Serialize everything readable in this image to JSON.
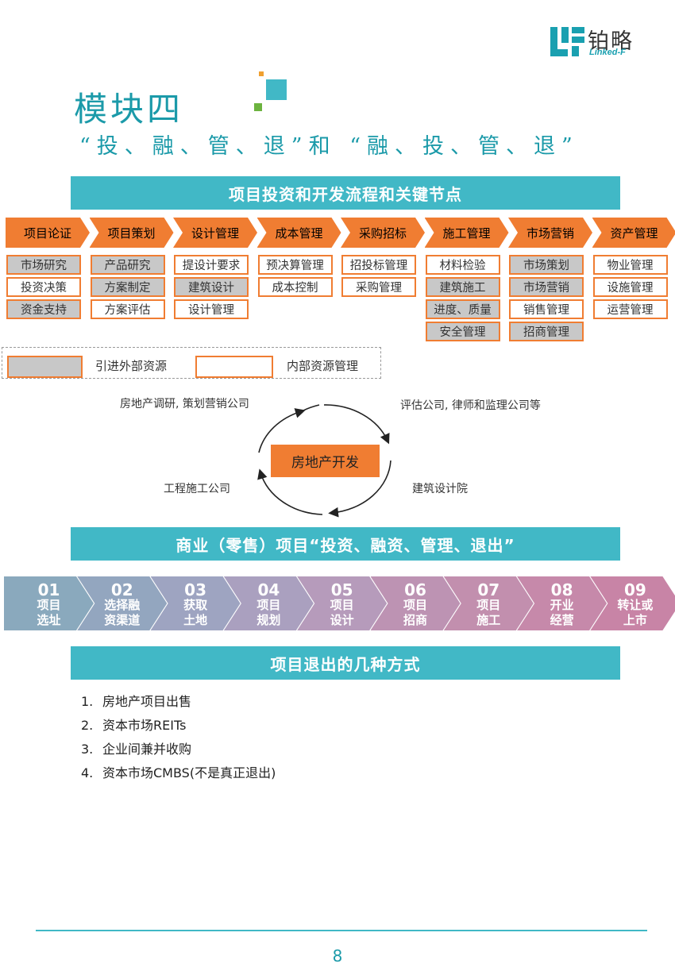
{
  "logo": {
    "cn": "铂略",
    "en": "Linked-F",
    "colors": {
      "teal": "#1aa0b0",
      "green": "#6cb33f"
    }
  },
  "title": "模块四",
  "subtitle": "“投、融、管、退”和 “融、投、管、退”",
  "section1": {
    "banner": "项目投资和开发流程和关键节点",
    "stages": [
      {
        "name": "项目论证",
        "items": [
          {
            "t": "市场研究",
            "ext": true
          },
          {
            "t": "投资决策",
            "ext": false
          },
          {
            "t": "资金支持",
            "ext": true
          }
        ]
      },
      {
        "name": "项目策划",
        "items": [
          {
            "t": "产品研究",
            "ext": true
          },
          {
            "t": "方案制定",
            "ext": true
          },
          {
            "t": "方案评估",
            "ext": false
          }
        ]
      },
      {
        "name": "设计管理",
        "items": [
          {
            "t": "提设计要求",
            "ext": false
          },
          {
            "t": "建筑设计",
            "ext": true
          },
          {
            "t": "设计管理",
            "ext": false
          }
        ]
      },
      {
        "name": "成本管理",
        "items": [
          {
            "t": "预决算管理",
            "ext": false
          },
          {
            "t": "成本控制",
            "ext": false
          }
        ]
      },
      {
        "name": "采购招标",
        "items": [
          {
            "t": "招投标管理",
            "ext": false
          },
          {
            "t": "采购管理",
            "ext": false
          }
        ]
      },
      {
        "name": "施工管理",
        "items": [
          {
            "t": "材料检验",
            "ext": false
          },
          {
            "t": "建筑施工",
            "ext": true
          },
          {
            "t": "进度、质量",
            "ext": true
          },
          {
            "t": "安全管理",
            "ext": true
          }
        ]
      },
      {
        "name": "市场营销",
        "items": [
          {
            "t": "市场策划",
            "ext": true
          },
          {
            "t": "市场营销",
            "ext": true
          },
          {
            "t": "销售管理",
            "ext": false
          },
          {
            "t": "招商管理",
            "ext": true
          }
        ]
      },
      {
        "name": "资产管理",
        "items": [
          {
            "t": "物业管理",
            "ext": false
          },
          {
            "t": "设施管理",
            "ext": false
          },
          {
            "t": "运营管理",
            "ext": false
          }
        ]
      }
    ],
    "legend": {
      "external": "引进外部资源",
      "internal": "内部资源管理"
    },
    "cycle": {
      "center": "房地产开发",
      "top_left": "房地产调研, 策划营销公司",
      "top_right": "评估公司, 律师和监理公司等",
      "bottom_left": "工程施工公司",
      "bottom_right": "建筑设计院"
    }
  },
  "section2": {
    "banner": "商业（零售）项目“投资、融资、管理、退出”",
    "steps": [
      {
        "num": "01",
        "label": "项目\n选址",
        "color": "#8aa9bd"
      },
      {
        "num": "02",
        "label": "选择融\n资渠道",
        "color": "#93a6bf"
      },
      {
        "num": "03",
        "label": "获取\n土地",
        "color": "#9ea4c1"
      },
      {
        "num": "04",
        "label": "项目\n规划",
        "color": "#aaa0bf"
      },
      {
        "num": "05",
        "label": "项目\n设计",
        "color": "#b69bbb"
      },
      {
        "num": "06",
        "label": "项目\n招商",
        "color": "#bd93b3"
      },
      {
        "num": "07",
        "label": "项目\n施工",
        "color": "#c28fae"
      },
      {
        "num": "08",
        "label": "开业\n经营",
        "color": "#c689aa"
      },
      {
        "num": "09",
        "label": "转让或\n上市",
        "color": "#c884a6"
      }
    ]
  },
  "section3": {
    "banner": "项目退出的几种方式",
    "items": [
      {
        "n": "1.",
        "t": "房地产项目出售"
      },
      {
        "n": "2.",
        "t": "资本市场REITs"
      },
      {
        "n": "3.",
        "t": "企业间兼并收购"
      },
      {
        "n": "4.",
        "t": "资本市场CMBS(不是真正退出)"
      }
    ]
  },
  "page_number": "8"
}
